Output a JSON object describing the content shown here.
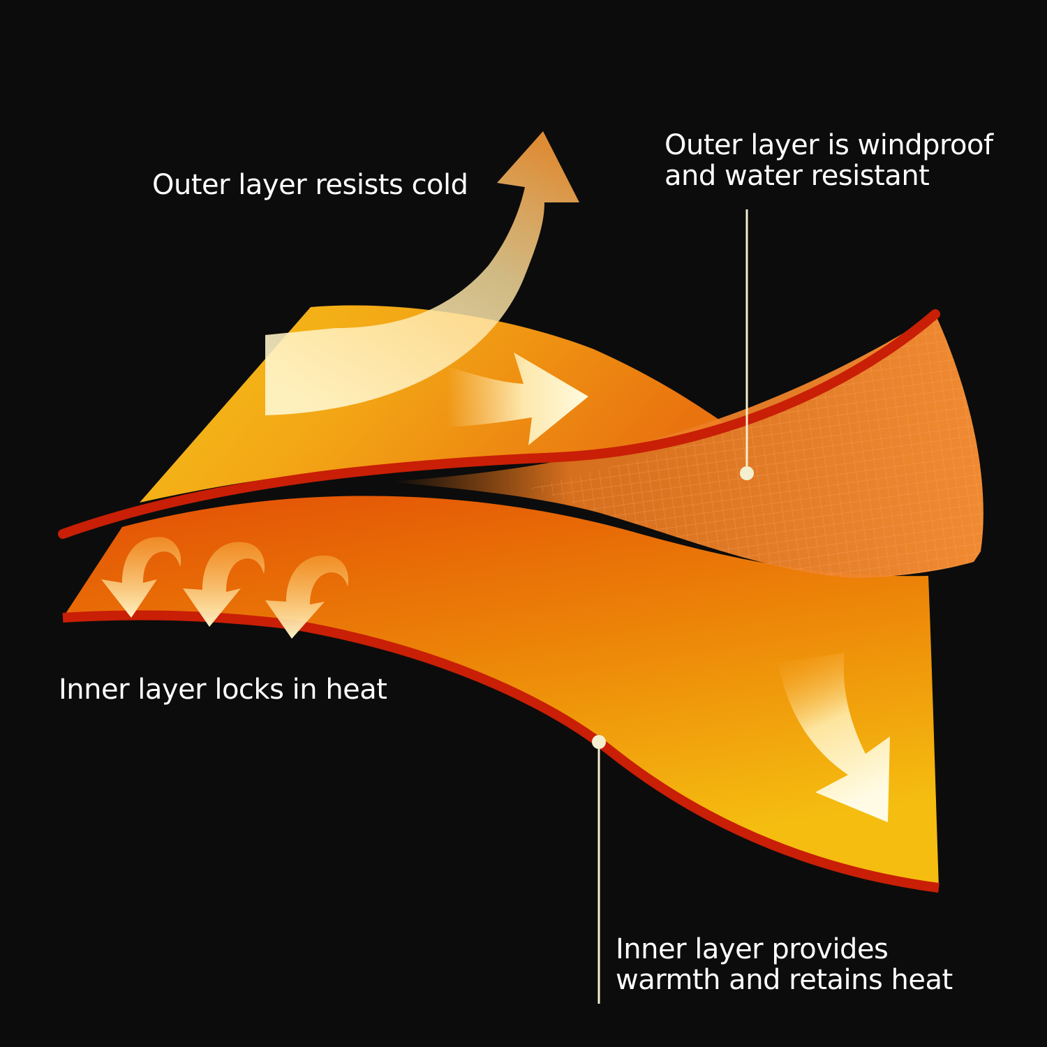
{
  "labels": {
    "outer_cold": "Outer layer resists cold",
    "outer_windproof": [
      "Outer layer is windproof",
      "and water resistant"
    ],
    "inner_locks": "Inner layer locks in heat",
    "inner_warmth": [
      "Inner layer provides",
      "warmth and retains heat"
    ]
  },
  "colors": {
    "background": "#0c0c0c",
    "outer_fabric_light": "#f4b512",
    "outer_fabric_dark": "#ea7a10",
    "inner_fabric_dark": "#e55a06",
    "inner_fabric_light": "#f3b20d",
    "edge_red": "#c81f06",
    "arrow_cream": "#fff5c4",
    "leader_line": "#f4efcf"
  },
  "icons": [
    "heat-escape-arrow",
    "flow-right-arrow",
    "curved-down-arrow",
    "curved-down-arrow",
    "curved-down-arrow",
    "heat-down-arrow"
  ]
}
